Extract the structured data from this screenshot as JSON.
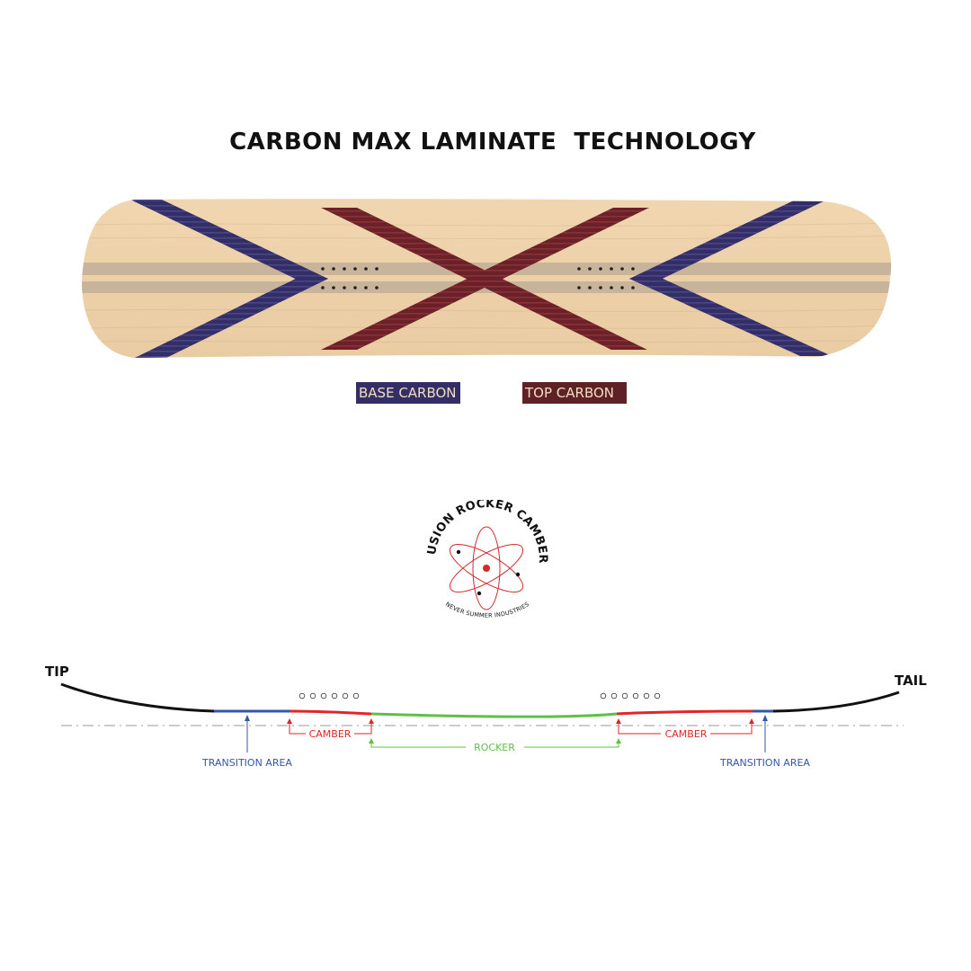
{
  "title": "CARBON MAX LAMINATE  TECHNOLOGY",
  "legend": {
    "base_carbon": "BASE CARBON",
    "top_carbon": "TOP CARBON"
  },
  "logo": {
    "arc_text": "FUSION ROCKER CAMBER",
    "bottom_text": "NEVER SUMMER INDUSTRIES"
  },
  "profile": {
    "tip_label": "TIP",
    "tail_label": "TAIL",
    "camber_left_label": "CAMBER",
    "camber_right_label": "CAMBER",
    "rocker_label": "ROCKER",
    "transition_left_label": "TRANSITION AREA",
    "transition_right_label": "TRANSITION AREA"
  },
  "colors": {
    "base_carbon": "#332e66",
    "top_carbon": "#6a2128",
    "wood": "#eed3ac",
    "camber": "#e0262a",
    "rocker": "#5ec046",
    "transition": "#3457a7",
    "profile_line": "#111111"
  }
}
